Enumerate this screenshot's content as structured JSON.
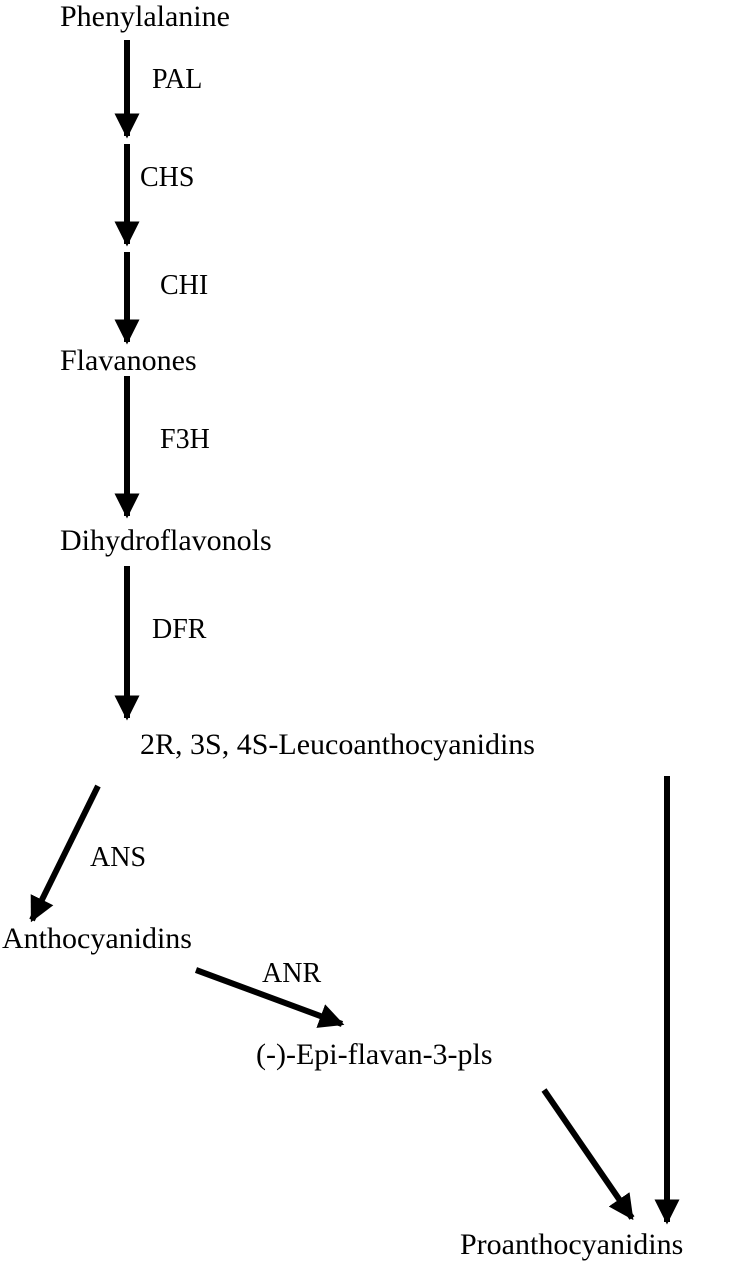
{
  "compounds": {
    "phenylalanine": "Phenylalanine",
    "flavanones": "Flavanones",
    "dihydroflavonols": "Dihydroflavonols",
    "leucoanthocyanidins": "2R, 3S, 4S-Leucoanthocyanidins",
    "anthocyanidins": "Anthocyanidins",
    "epi_flavan": "(-)-Epi-flavan-3-pls",
    "proanthocyanidins": "Proanthocyanidins"
  },
  "enzymes": {
    "pal": "PAL",
    "chs": "CHS",
    "chi": "CHI",
    "f3h": "F3H",
    "dfr": "DFR",
    "ans": "ANS",
    "anr": "ANR"
  },
  "colors": {
    "ink": "#000000",
    "background": "#ffffff"
  }
}
